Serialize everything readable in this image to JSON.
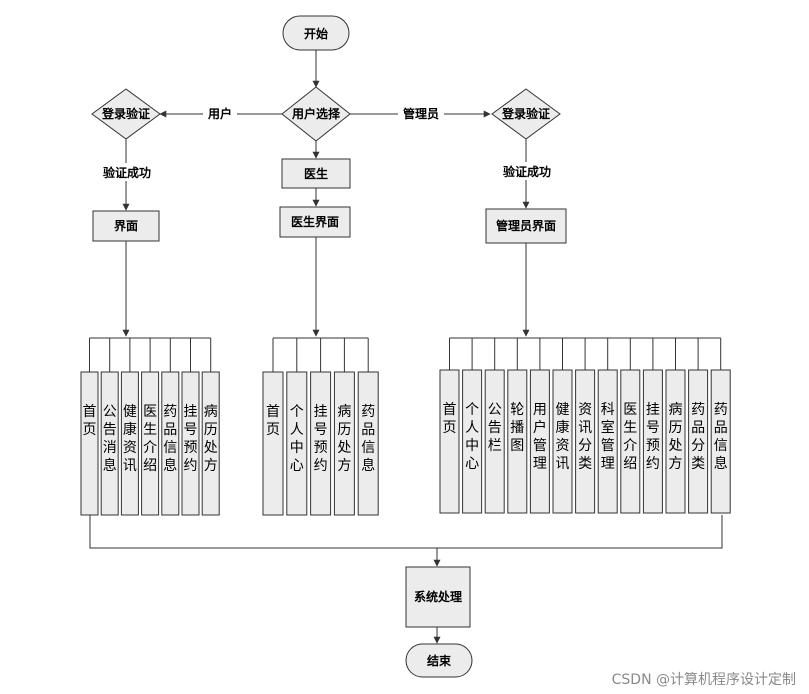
{
  "nodes": {
    "start": "开始",
    "choice": "用户选择",
    "user_login": "登录验证",
    "admin_login": "登录验证",
    "doctor": "医生",
    "user_ui": "界面",
    "doctor_ui": "医生界面",
    "admin_ui": "管理员界面",
    "process": "系统处理",
    "end": "结束"
  },
  "edges": {
    "user": "用户",
    "admin": "管理员",
    "user_ok": "验证成功",
    "admin_ok": "验证成功"
  },
  "user_modules": [
    "首页",
    "公告消息",
    "健康资讯",
    "医生介绍",
    "药品信息",
    "挂号预约",
    "病历处方"
  ],
  "doctor_modules": [
    "首页",
    "个人中心",
    "挂号预约",
    "病历处方",
    "药品信息"
  ],
  "admin_modules": [
    "首页",
    "个人中心",
    "公告栏",
    "轮播图",
    "用户管理",
    "健康资讯",
    "资讯分类",
    "科室管理",
    "医生介绍",
    "挂号预约",
    "病历处方",
    "药品分类",
    "药品信息"
  ],
  "watermark": "CSDN @计算机程序设计定制"
}
